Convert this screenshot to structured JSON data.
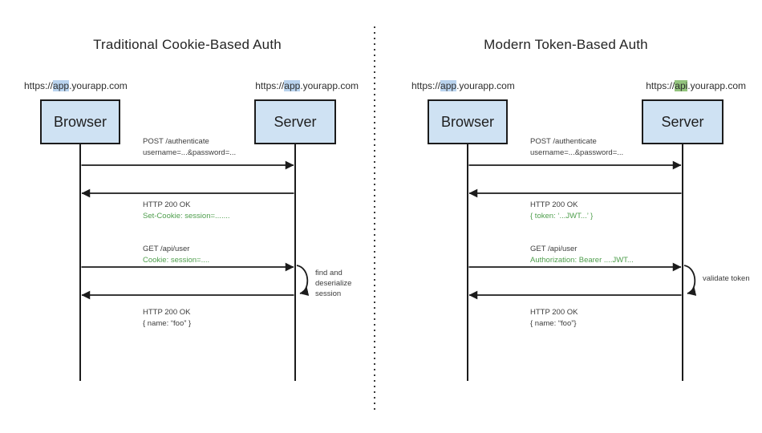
{
  "colors": {
    "box_fill": "#cfe2f3",
    "line_black": "#1c1c1c",
    "highlight_blue": "#b9d3ee",
    "highlight_green": "#93c47d",
    "text_green": "#4e9e4c",
    "divider_dot": "#3a3a3a"
  },
  "diagrams": [
    {
      "title": "Traditional Cookie-Based Auth",
      "browser": {
        "label": "Browser",
        "url": {
          "prefix": "https://",
          "highlight": "app",
          "suffix": ".yourapp.com"
        }
      },
      "server": {
        "label": "Server",
        "url": {
          "prefix": "https://",
          "highlight": "app",
          "suffix": ".yourapp.com"
        }
      },
      "messages": [
        {
          "direction": "right",
          "line1": "POST /authenticate",
          "line2": "username=...&password=..."
        },
        {
          "direction": "left",
          "line1": "HTTP 200 OK",
          "line2": "Set-Cookie: session=......."
        },
        {
          "direction": "right",
          "line1": "GET /api/user",
          "line2": "Cookie: session=...."
        },
        {
          "direction": "left",
          "line1": "HTTP 200 OK",
          "line2": "{ name: “foo” }"
        }
      ],
      "loop_note": {
        "line1": "find and",
        "line2": "deserialize",
        "line3": "session"
      }
    },
    {
      "title": "Modern Token-Based Auth",
      "browser": {
        "label": "Browser",
        "url": {
          "prefix": "https://",
          "highlight": "app",
          "suffix": ".yourapp.com"
        }
      },
      "server": {
        "label": "Server",
        "url": {
          "prefix": "https://",
          "highlight": "api",
          "suffix": ".yourapp.com"
        }
      },
      "messages": [
        {
          "direction": "right",
          "line1": "POST /authenticate",
          "line2": "username=...&password=..."
        },
        {
          "direction": "left",
          "line1": "HTTP 200 OK",
          "line2": "{ token: ‘...JWT...’ }"
        },
        {
          "direction": "right",
          "line1": "GET /api/user",
          "line2": "Authorization: Bearer ....JWT..."
        },
        {
          "direction": "left",
          "line1": "HTTP 200 OK",
          "line2": "{ name: “foo”}"
        }
      ],
      "loop_note": {
        "line1": "validate token",
        "line2": "",
        "line3": ""
      }
    }
  ]
}
